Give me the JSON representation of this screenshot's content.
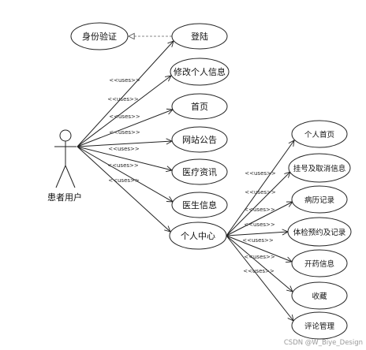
{
  "actor": {
    "name": "患者用户"
  },
  "stereotype": "<<uses>>",
  "auth_case": "身份验证",
  "main_use_cases": [
    "登陆",
    "修改个人信息",
    "首页",
    "网站公告",
    "医疗资讯",
    "医生信息",
    "个人中心"
  ],
  "sub_use_cases": [
    "个人首页",
    "挂号及取消信息",
    "病历记录",
    "体检预约及记录",
    "开药信息",
    "收藏",
    "评论管理"
  ],
  "watermark": "CSDN @W_Biye_Design"
}
